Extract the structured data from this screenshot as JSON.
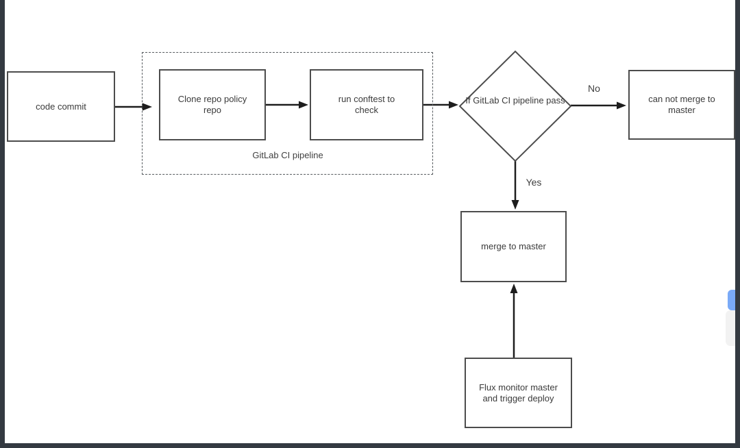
{
  "diagram": {
    "nodes": {
      "code_commit": {
        "label": "code commit"
      },
      "clone_repo": {
        "label": "Clone repo policy repo"
      },
      "run_conftest": {
        "label": "run conftest to check"
      },
      "decision": {
        "label": "If GitLab CI pipeline pass"
      },
      "cannot_merge": {
        "label": "can not merge to master"
      },
      "merge_master": {
        "label": "merge to master"
      },
      "flux_monitor": {
        "label": "Flux monitor master and trigger deploy"
      }
    },
    "group": {
      "label": "GitLab CI pipeline"
    },
    "edge_labels": {
      "no": "No",
      "yes": "Yes"
    },
    "edges": [
      {
        "from": "code_commit",
        "to": "clone_repo",
        "label": ""
      },
      {
        "from": "clone_repo",
        "to": "run_conftest",
        "label": ""
      },
      {
        "from": "run_conftest",
        "to": "decision",
        "label": ""
      },
      {
        "from": "decision",
        "to": "cannot_merge",
        "label": "No"
      },
      {
        "from": "decision",
        "to": "merge_master",
        "label": "Yes"
      },
      {
        "from": "flux_monitor",
        "to": "merge_master",
        "label": ""
      }
    ],
    "colors": {
      "node_border": "#4c4c4c",
      "arrow": "#1d1d1d",
      "text": "#3a3a3a",
      "frame_edge": "#343a41",
      "scrollbar_thumb": "#7aaaf7",
      "scrollbar_track": "#f2f2f2"
    }
  }
}
